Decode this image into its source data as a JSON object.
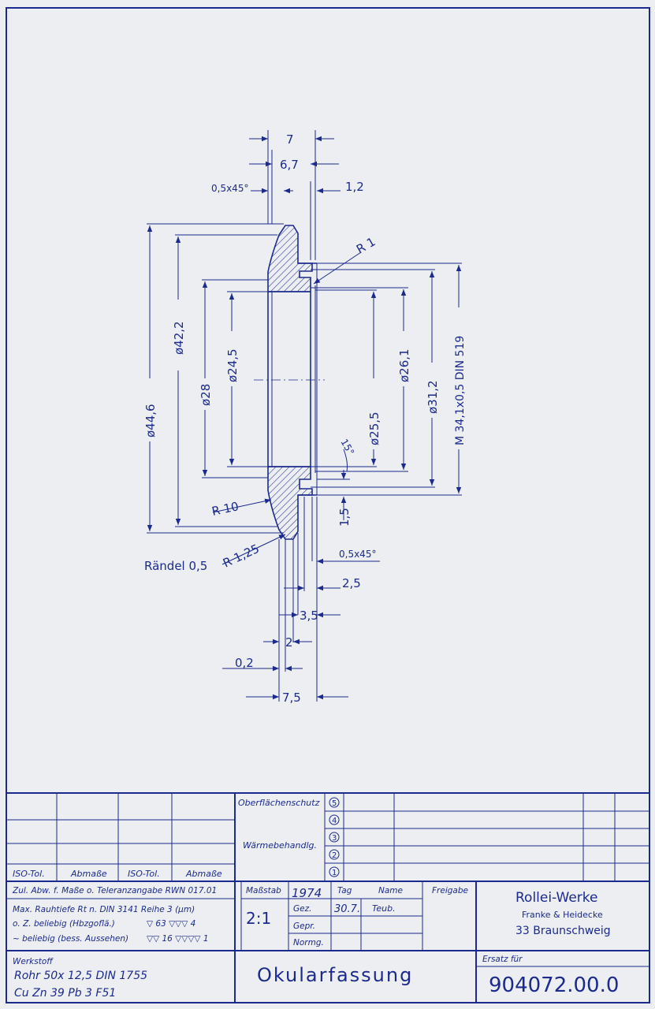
{
  "drawing": {
    "dims": {
      "w7": "7",
      "w6_7": "6,7",
      "chamfer_top": "0,5x45°",
      "w1_2": "1,2",
      "r1": "R 1",
      "d42_2": "ø42,2",
      "d28": "ø28",
      "d24_5": "ø24,5",
      "d44_6": "ø44,6",
      "d26_1": "ø26,1",
      "d25_5": "ø25,5",
      "d31_2": "ø31,2",
      "thread": "M 34,1x0,5 DIN 519",
      "angle": "15°",
      "r10": "R 10",
      "h1_5": "1,5",
      "knurl": "Rändel 0,5",
      "r1_25": "R 1,25",
      "chamfer_bottom": "0,5x45°",
      "w2_5": "2,5",
      "w3_5": "3,5",
      "w2": "2",
      "w0_2": "0,2",
      "w7_5": "7,5"
    }
  },
  "title_block": {
    "iso_tol_1": "ISO-Tol.",
    "abmasse_1": "Abmaße",
    "iso_tol_2": "ISO-Tol.",
    "abmasse_2": "Abmaße",
    "surface_protection": "Oberflächenschutz",
    "heat_treatment": "Wärmebehandlg.",
    "rows": [
      "5",
      "4",
      "3",
      "2",
      "1"
    ],
    "tol_note": "Zul. Abw. f. Maße o. Teleranzangabe RWN 017.01",
    "rough_1": "Max. Rauhtiefe Rt n. DIN 3141 Reihe 3 (µm)",
    "rough_2a": "o. Z. beliebig (Hbzgoflä.)",
    "rough_2b": "▽  63  ▽▽▽  4",
    "rough_3a": "~  beliebig (bess. Aussehen)",
    "rough_3b": "▽▽ 16  ▽▽▽▽ 1",
    "scale_label": "Maßstab",
    "scale": "2:1",
    "year": "1974",
    "tag_label": "Tag",
    "name_label": "Name",
    "gez_label": "Gez.",
    "gez_date": "30.7.",
    "gez_name": "Teub.",
    "gepr_label": "Gepr.",
    "normg_label": "Normg.",
    "freigabe": "Freigabe",
    "company": "Rollei-Werke",
    "company_sub": "Franke & Heidecke",
    "company_city": "33 Braunschweig",
    "material_label": "Werkstoff",
    "material_1": "Rohr  50x 12,5  DIN  1755",
    "material_2": "Cu Zn 39 Pb 3 F51",
    "part_name": "Okularfassung",
    "ersatz_label": "Ersatz für",
    "part_number": "904072.00.0"
  },
  "colors": {
    "ink": "#1b2a8c",
    "paper": "#eceef2"
  }
}
